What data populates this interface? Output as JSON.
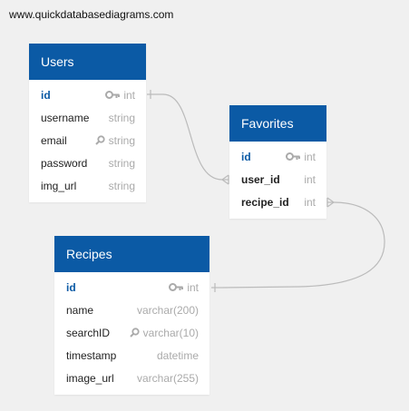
{
  "watermark": "www.quickdatabasediagrams.com",
  "colors": {
    "header": "#0b5aa5",
    "pk_text": "#0b5aa5",
    "type_text": "#aaaaaa",
    "link_line": "#bbbbbb",
    "background": "#f0f0f0"
  },
  "tables": {
    "users": {
      "name": "Users",
      "fields": [
        {
          "name": "id",
          "type": "int",
          "icon": "key-icon",
          "style": "pk"
        },
        {
          "name": "username",
          "type": "string",
          "icon": "",
          "style": "normal"
        },
        {
          "name": "email",
          "type": "string",
          "icon": "search-icon",
          "style": "normal"
        },
        {
          "name": "password",
          "type": "string",
          "icon": "",
          "style": "normal"
        },
        {
          "name": "img_url",
          "type": "string",
          "icon": "",
          "style": "normal"
        }
      ]
    },
    "favorites": {
      "name": "Favorites",
      "fields": [
        {
          "name": "id",
          "type": "int",
          "icon": "key-icon",
          "style": "pk"
        },
        {
          "name": "user_id",
          "type": "int",
          "icon": "",
          "style": "fk"
        },
        {
          "name": "recipe_id",
          "type": "int",
          "icon": "",
          "style": "fk"
        }
      ]
    },
    "recipes": {
      "name": "Recipes",
      "fields": [
        {
          "name": "id",
          "type": "int",
          "icon": "key-icon",
          "style": "pk"
        },
        {
          "name": "name",
          "type": "varchar(200)",
          "icon": "",
          "style": "normal"
        },
        {
          "name": "searchID",
          "type": "varchar(10)",
          "icon": "search-icon",
          "style": "normal"
        },
        {
          "name": "timestamp",
          "type": "datetime",
          "icon": "",
          "style": "normal"
        },
        {
          "name": "image_url",
          "type": "varchar(255)",
          "icon": "",
          "style": "normal"
        }
      ]
    }
  },
  "relationships": [
    {
      "from": "Users.id",
      "to": "Favorites.user_id",
      "type": "one-to-many"
    },
    {
      "from": "Recipes.id",
      "to": "Favorites.recipe_id",
      "type": "one-to-many"
    }
  ]
}
